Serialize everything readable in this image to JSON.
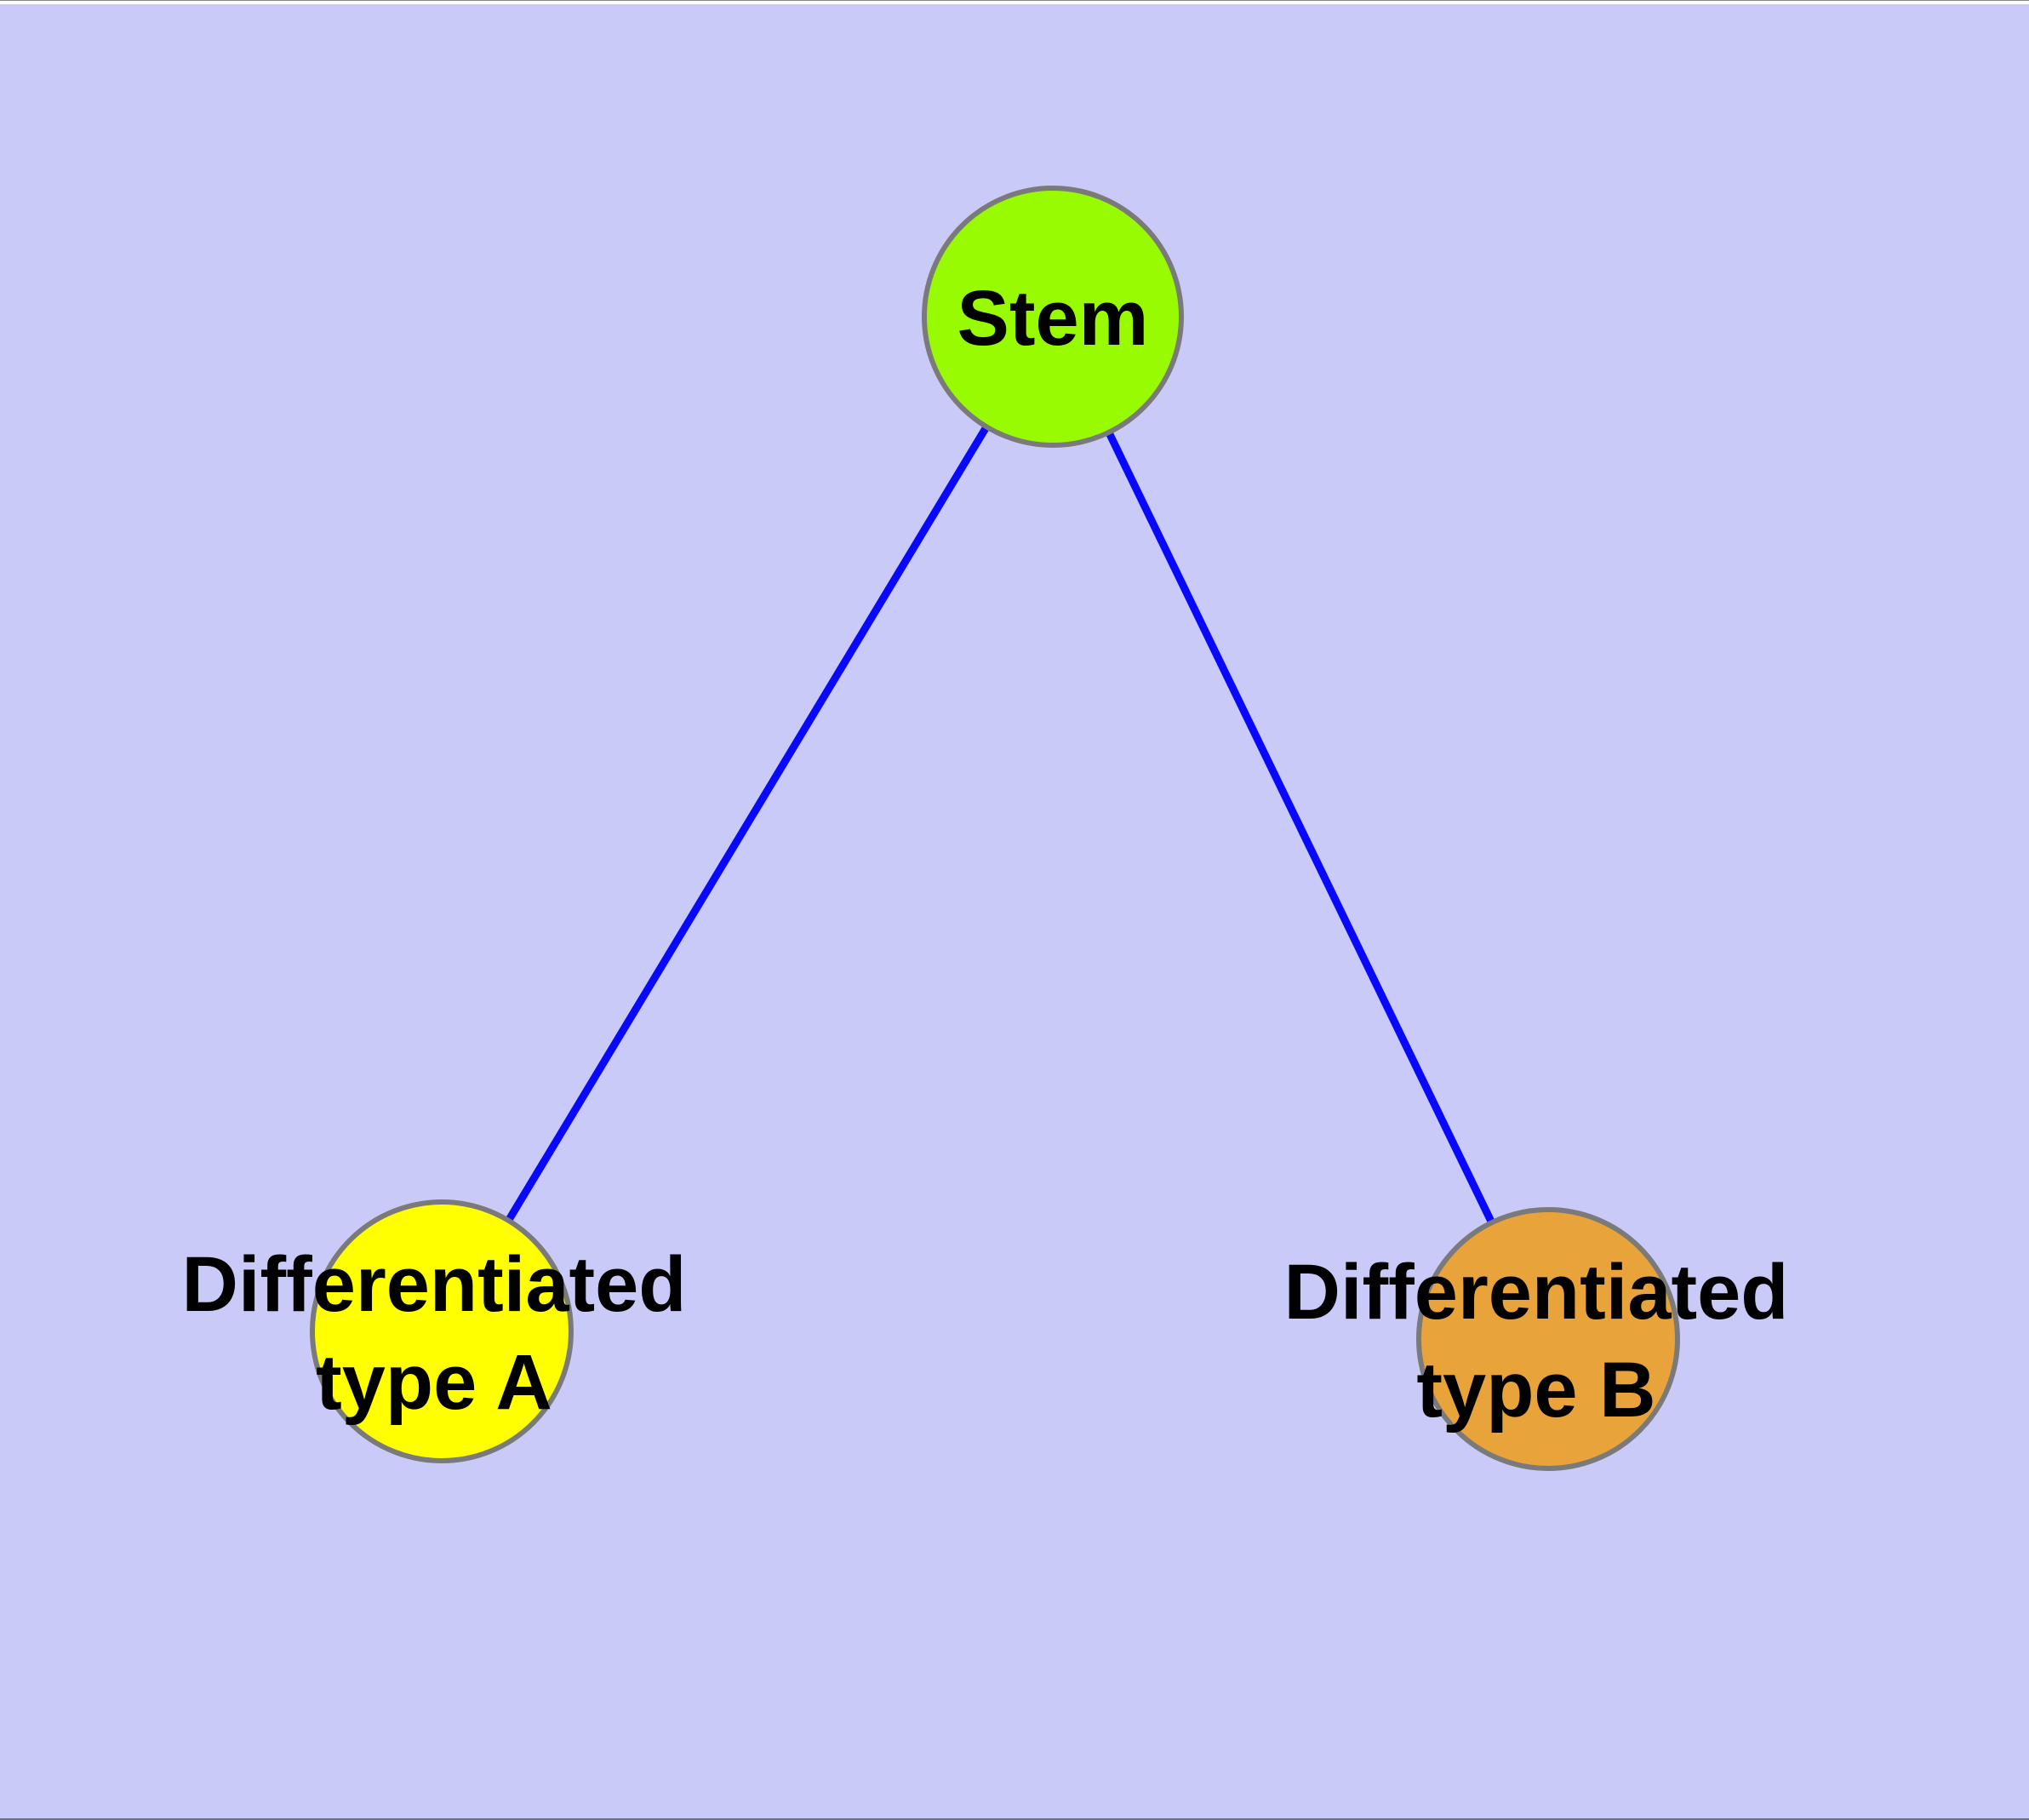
{
  "canvas": {
    "background": "#CACAF8"
  },
  "nodes": {
    "stem": {
      "label": "Stem",
      "color": "#99FB01",
      "border_color": "#7A7A7A"
    },
    "type_a": {
      "lines": [
        "Differentiated",
        "type A"
      ],
      "label": "Differentiated type A",
      "color": "#FFFF00",
      "border_color": "#7A7A7A"
    },
    "type_b": {
      "lines": [
        "Differentiated",
        "type B"
      ],
      "label": "Differentiated type B",
      "color": "#E8A33B",
      "border_color": "#7A7A7A"
    }
  },
  "edges": {
    "color": "#0808FF",
    "items": [
      {
        "from": "Stem",
        "to": "Differentiated type A"
      },
      {
        "from": "Stem",
        "to": "Differentiated type B"
      }
    ]
  },
  "text_color": "#000000"
}
